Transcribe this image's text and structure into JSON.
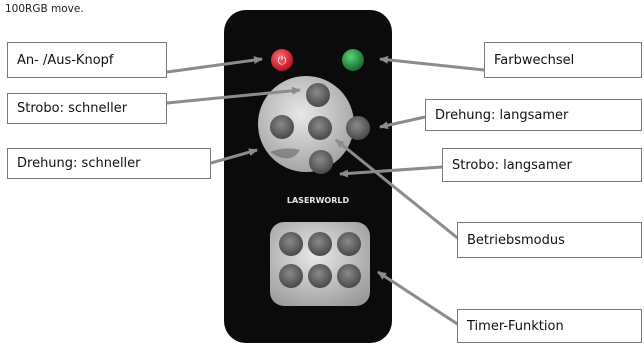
{
  "caption": "100RGB move.",
  "labels": {
    "power": "An- /Aus-Knopf",
    "color_change": "Farbwechsel",
    "strobe_faster": "Strobo: schneller",
    "rotation_slower": "Drehung: langsamer",
    "rotation_faster": "Drehung: schneller",
    "strobe_slower": "Strobo: langsamer",
    "operating_mode": "Betriebsmodus",
    "timer_function": "Timer-Funktion"
  },
  "remote": {
    "brand_logo": "LASERWORLD",
    "power_button_color": "#d62a3a",
    "color_button_color": "#1f8a3c",
    "body_color": "#0b0b0b",
    "pad_color": "#cfcfcf"
  }
}
